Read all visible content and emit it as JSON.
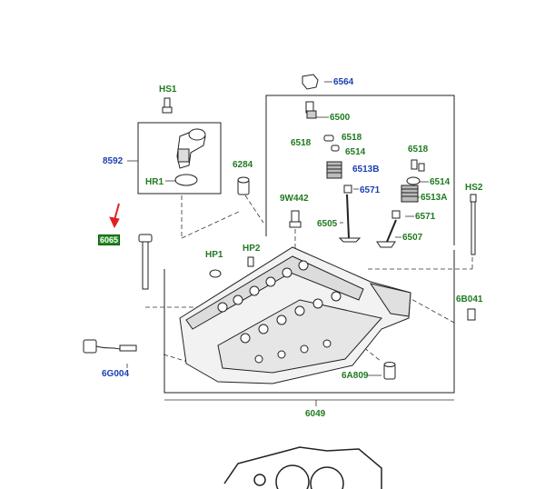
{
  "labels": {
    "hs1": "HS1",
    "l8592": "8592",
    "hr1": "HR1",
    "l6564": "6564",
    "l6500": "6500",
    "l6518a": "6518",
    "l6518b": "6518",
    "l6514a": "6514",
    "l6513b": "6513B",
    "l6571a": "6571",
    "l6284": "6284",
    "l9w442": "9W442",
    "l6505": "6505",
    "l6518c": "6518",
    "l6514b": "6514",
    "l6513a": "6513A",
    "l6571b": "6571",
    "l6507": "6507",
    "hs2": "HS2",
    "l6065": "6065",
    "hp1": "HP1",
    "hp2": "HP2",
    "l6b041": "6B041",
    "l6g004": "6G004",
    "l6a809": "6A809",
    "l6049": "6049"
  },
  "colors": {
    "part_number_green": "#1f7a1f",
    "part_number_blue": "#1a3fb0",
    "highlight_green": "#1f8a1f",
    "pointer_arrow_red": "#e02020"
  },
  "highlighted_part": "6065"
}
